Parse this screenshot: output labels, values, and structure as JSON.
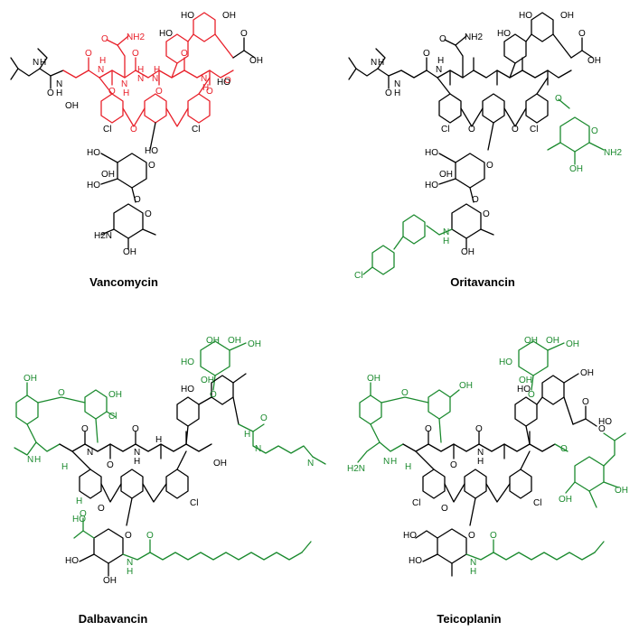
{
  "molecules": [
    {
      "name": "Vancomycin"
    },
    {
      "name": "Oritavancin"
    },
    {
      "name": "Dalbavancin"
    },
    {
      "name": "Teicoplanin"
    }
  ],
  "atom_labels": {
    "vanco": [
      "N",
      "H",
      "N",
      "H",
      "O",
      "O",
      "H",
      "N",
      "O",
      "N",
      "H",
      "N",
      "H",
      "O",
      "H",
      "N",
      "O",
      "O",
      "N",
      "H",
      "O",
      "O",
      "HO",
      "OH",
      "HO",
      "OH",
      "O",
      "HO",
      "NH2",
      "O",
      "O",
      "Cl",
      "Cl",
      "OH",
      "HO",
      "HO",
      "O",
      "OH",
      "O",
      "O",
      "H2N",
      "OH",
      "HO"
    ],
    "orita": [
      "N",
      "H",
      "N",
      "H",
      "O",
      "O",
      "N",
      "H",
      "NH2",
      "O",
      "HO",
      "OH",
      "HO",
      "OH",
      "O",
      "O",
      "Cl",
      "Cl",
      "O",
      "O",
      "O",
      "NH2",
      "OH",
      "HO",
      "HO",
      "O",
      "OH",
      "O",
      "O",
      "N",
      "H",
      "OH",
      "Cl"
    ],
    "dalba": [
      "OH",
      "O",
      "OH",
      "Cl",
      "OH",
      "OH",
      "HO",
      "OH",
      "O",
      "OH",
      "N",
      "H",
      "O",
      "HO",
      "H",
      "N",
      "O",
      "N",
      "H",
      "O",
      "H",
      "Cl",
      "OH",
      "N",
      "N",
      "H",
      "O",
      "H",
      "O",
      "HO",
      "O",
      "O",
      "HO",
      "OH",
      "N",
      "H",
      "O"
    ],
    "teico": [
      "OH",
      "O",
      "OH",
      "OH",
      "OH",
      "HO",
      "OH",
      "O",
      "OH",
      "H2N",
      "N",
      "H",
      "O",
      "H",
      "O",
      "HO",
      "OH",
      "O",
      "N",
      "H",
      "O",
      "O",
      "HO",
      "Cl",
      "Cl",
      "O",
      "OH",
      "OH",
      "O",
      "HO",
      "HO",
      "O",
      "N",
      "H",
      "O"
    ]
  }
}
